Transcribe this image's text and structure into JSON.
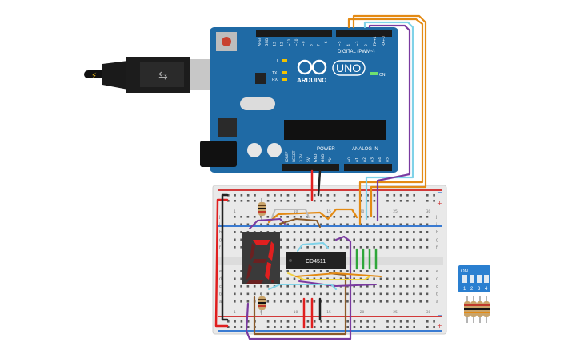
{
  "arduino": {
    "brand": "ARDUINO",
    "model": "UNO",
    "digital_label": "DIGITAL (PWM~)",
    "analog_label": "ANALOG IN",
    "power_label": "POWER",
    "on_label": "ON",
    "led_l": "L",
    "led_tx": "TX",
    "led_rx": "RX",
    "digital_pins": [
      "AREF",
      "GND",
      "13",
      "12",
      "~11",
      "~10",
      "~9",
      "8",
      "7",
      "~6",
      "~5",
      "4",
      "~3",
      "2",
      "TX→1",
      "RX←0"
    ],
    "power_pins": [
      "IOREF",
      "RESET",
      "3.3V",
      "5V",
      "GND",
      "GND",
      "Vin"
    ],
    "analog_pins": [
      "A0",
      "A1",
      "A2",
      "A3",
      "A4",
      "A5"
    ]
  },
  "breadboard": {
    "top_numbers": [
      "1",
      "5",
      "10",
      "15",
      "20",
      "25",
      "30"
    ],
    "rows_top": [
      "j",
      "i",
      "h",
      "g",
      "f"
    ],
    "rows_bottom": [
      "e",
      "d",
      "c",
      "b",
      "a"
    ],
    "plus": "+",
    "minus": "−"
  },
  "chip": {
    "label": "CD4511"
  },
  "dip_switch": {
    "on_label": "ON",
    "numbers": [
      "1",
      "2",
      "3",
      "4"
    ]
  },
  "seven_segment": {
    "digit": "7"
  },
  "colors": {
    "board": "#1f6aa5",
    "wire_red": "#e01f1f",
    "wire_black": "#222222",
    "wire_orange": "#e38a14",
    "wire_purple": "#7a3aa0",
    "wire_cyan": "#7fd2e8",
    "wire_green": "#2fa63a",
    "wire_brown": "#8a5a2a"
  }
}
